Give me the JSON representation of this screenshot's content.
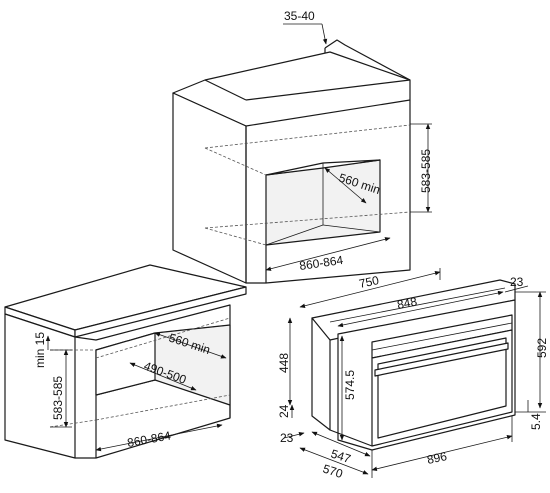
{
  "dimensions": {
    "niche_top_recess": "35-40",
    "wall_niche_height": "583-585",
    "wall_niche_depth": "560 min",
    "wall_niche_width": "860-864",
    "undercounter_min_gap": "min 15",
    "undercounter_depth": "560 min",
    "undercounter_height": "583-585",
    "undercounter_inner": "490-500",
    "undercounter_width": "860-864",
    "oven_total_depth": "750",
    "oven_body_width": "848",
    "oven_side_offset": "23",
    "oven_height": "592",
    "oven_body_height": "448",
    "oven_front_height": "574.5",
    "oven_bottom_gap": "24",
    "oven_base_offset": "23",
    "oven_foot": "5.4",
    "oven_depth_547": "547",
    "oven_depth_570": "570",
    "oven_front_width": "896"
  }
}
